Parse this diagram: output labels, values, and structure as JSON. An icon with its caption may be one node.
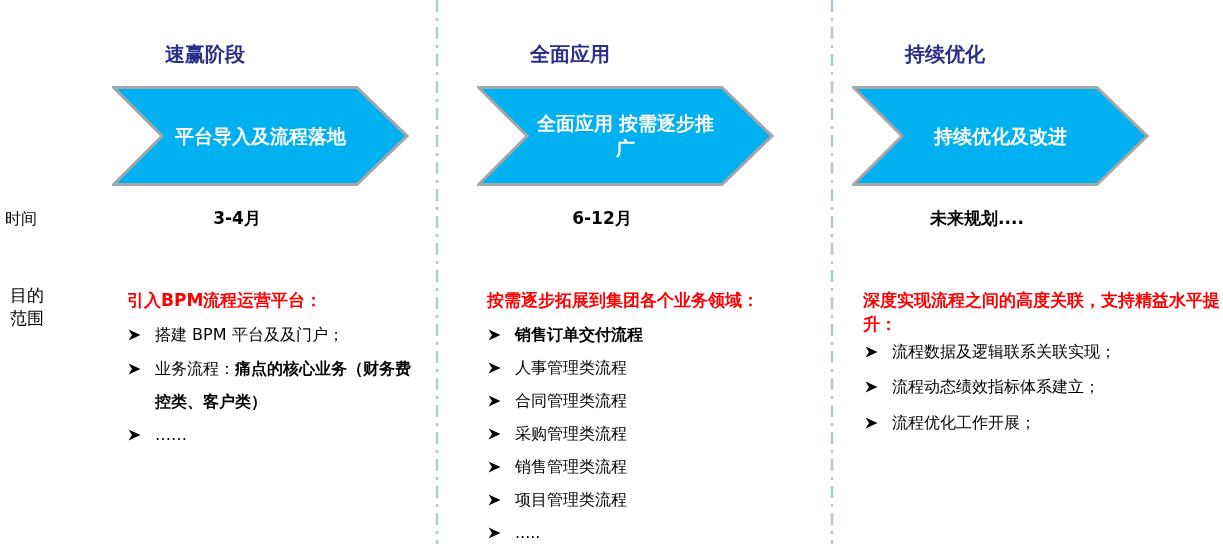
{
  "diagram": {
    "nodes": [
      {
        "text": [
          "平台导入及流程落地"
        ]
      },
      {
        "text": [
          "全面应用 按需逐步推广"
        ]
      },
      {
        "text": [
          "持续优化及改进"
        ]
      }
    ],
    "labels": [
      "速赢阶段",
      "全面应用",
      "持续优化",
      "时间",
      "3-4月",
      "6-12月",
      "未来规划....",
      "目的范围",
      "引入BPM流程运营平台：",
      "搭建 BPM 平台及及门户；",
      "业务流程：**痛点的核心业务（财务费控类、客户类）**",
      "……",
      "按需逐步拓展到集团各个业务领域：",
      "销售订单交付流程",
      "人事管理类流程",
      "合同管理类流程",
      "采购管理类流程",
      "销售管理类流程",
      "项目管理类流程",
      ".....",
      "深度实现流程之间的高度关联，支持精益水平提升：",
      "流程数据及逻辑联系关联实现；",
      "流程动态绩效指标体系建立；",
      "流程优化工作开展；"
    ]
  }
}
